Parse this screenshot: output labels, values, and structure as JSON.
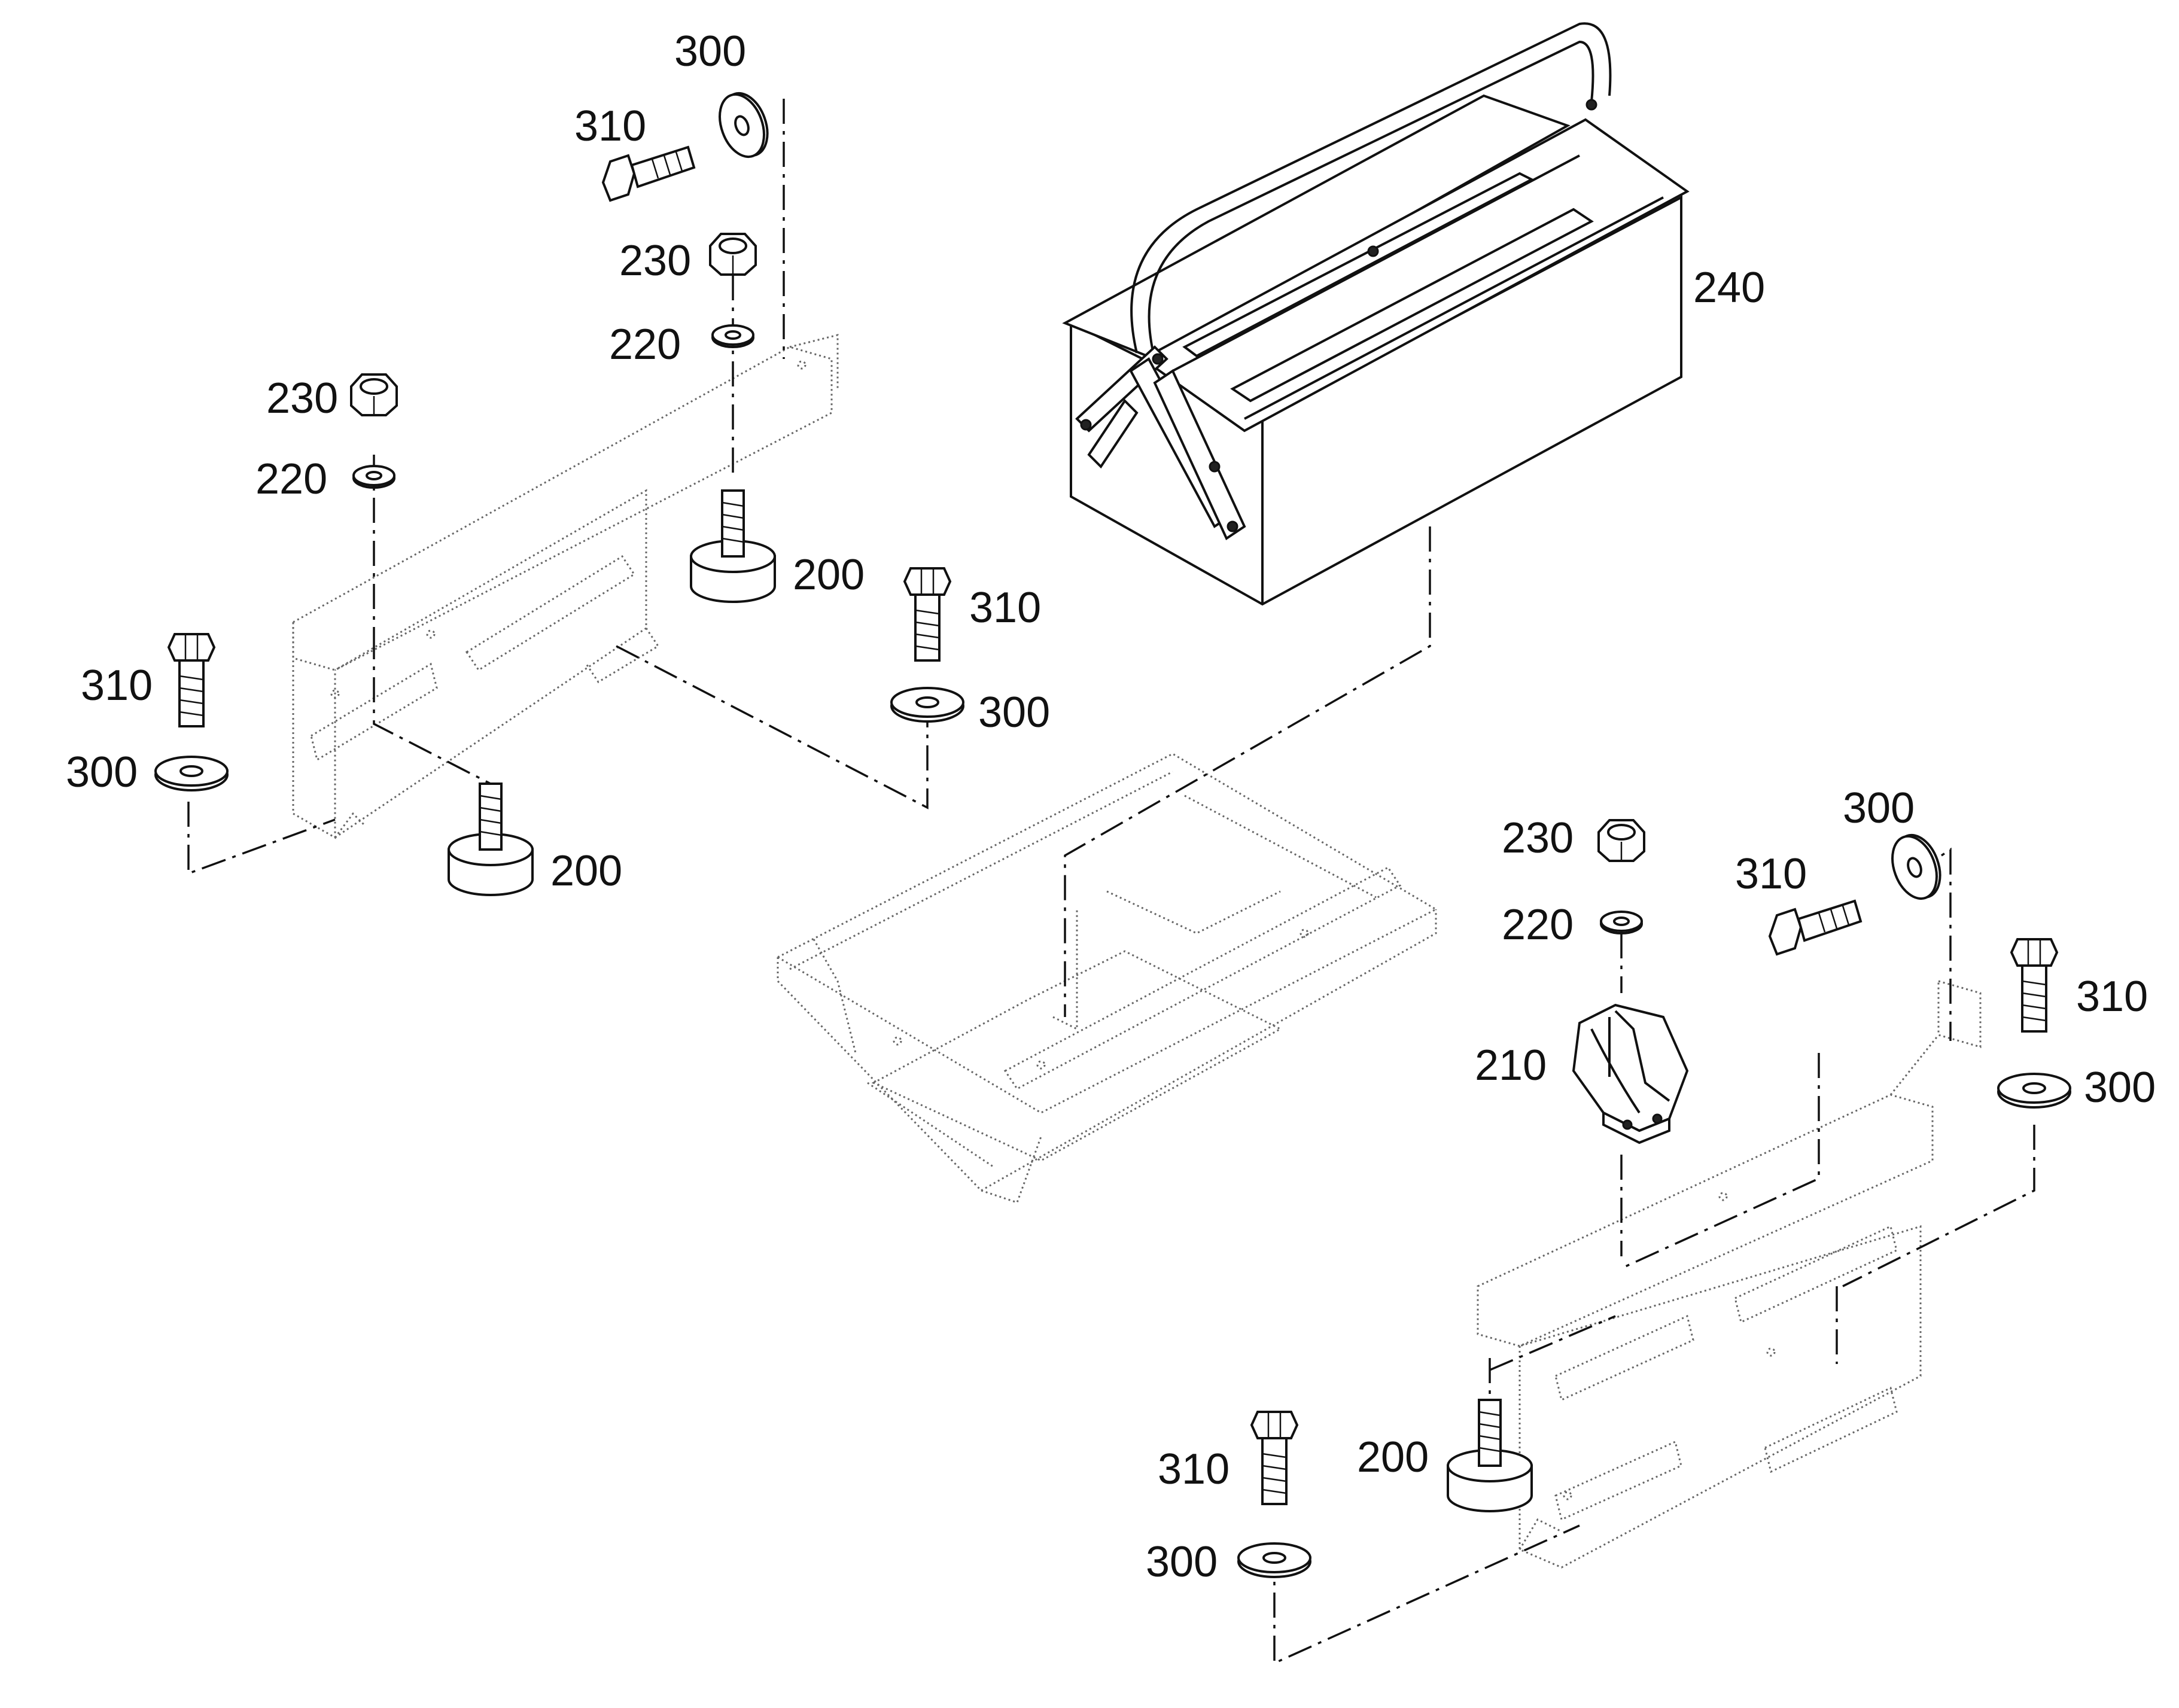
{
  "diagram": {
    "labels": {
      "l300_a": "300",
      "l310_a": "310",
      "l230_a": "230",
      "l220_a": "220",
      "l230_b": "230",
      "l220_b": "220",
      "l200_a": "200",
      "l310_b": "310",
      "l300_b": "300",
      "l310_c": "310",
      "l300_c": "300",
      "l200_b": "200",
      "l240": "240",
      "l230_c": "230",
      "l220_c": "220",
      "l300_d": "300",
      "l310_d": "310",
      "l310_e": "310",
      "l300_e": "300",
      "l210": "210",
      "l200_c": "200",
      "l310_f": "310",
      "l300_f": "300"
    },
    "parts": [
      {
        "id": "200",
        "name": "levelling foot"
      },
      {
        "id": "210",
        "name": "clamp"
      },
      {
        "id": "220",
        "name": "washer"
      },
      {
        "id": "230",
        "name": "nut"
      },
      {
        "id": "240",
        "name": "tool box"
      },
      {
        "id": "300",
        "name": "washer"
      },
      {
        "id": "310",
        "name": "bolt"
      }
    ]
  }
}
